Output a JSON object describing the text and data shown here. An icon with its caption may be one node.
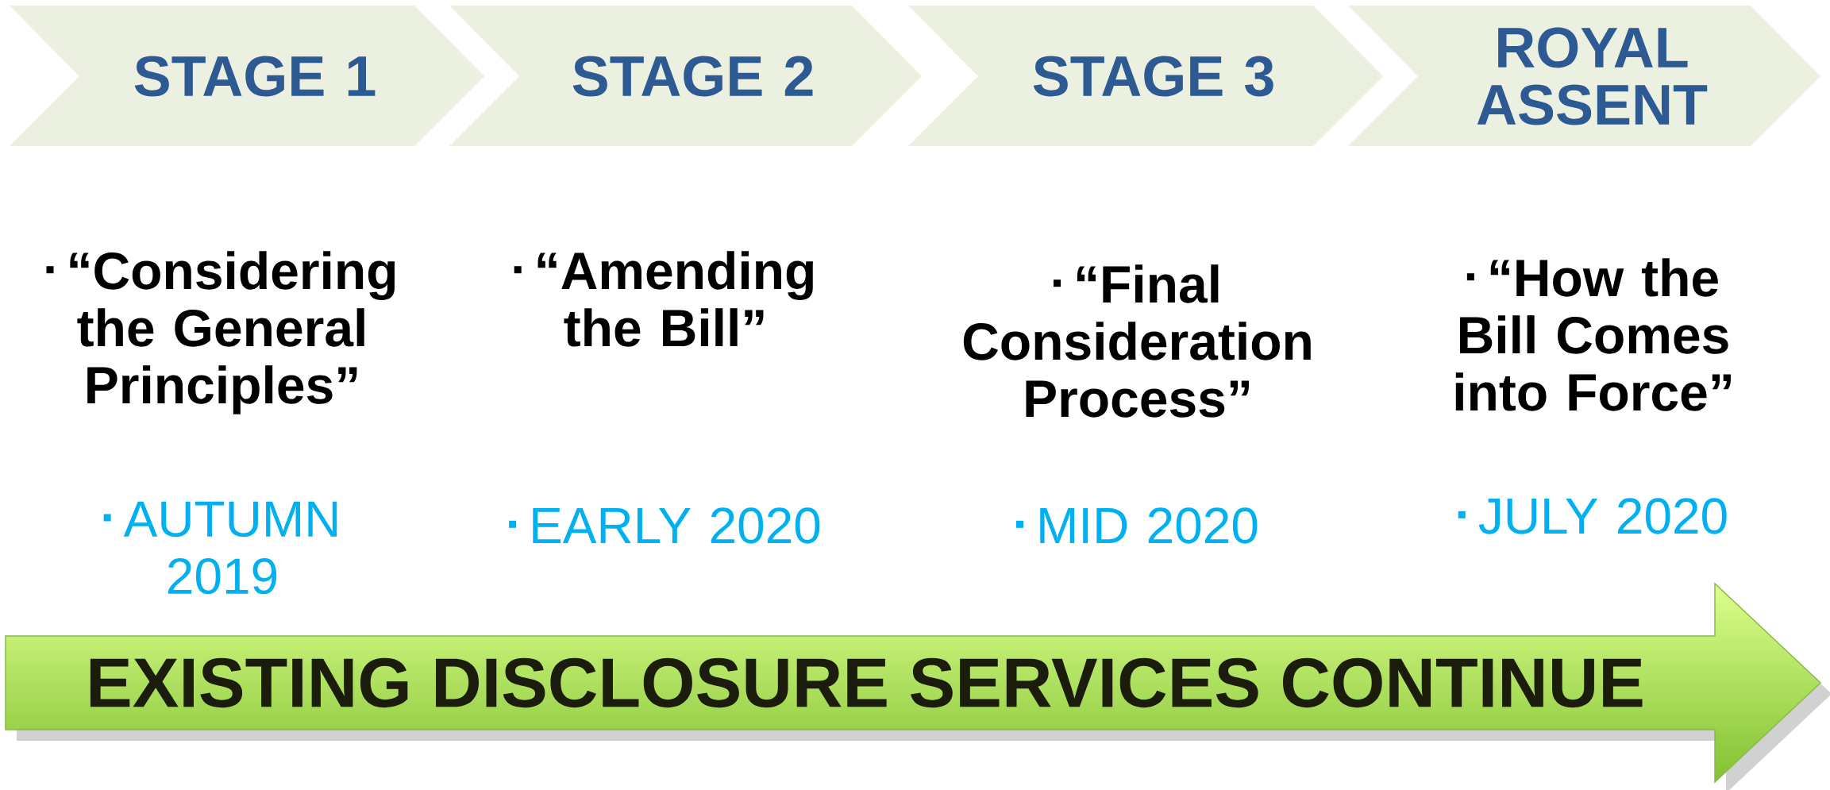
{
  "diagram": {
    "nodes": [
      {
        "text": [
          "STAGE 1"
        ]
      },
      {
        "text": [
          "STAGE 2"
        ]
      },
      {
        "text": [
          "STAGE 3"
        ]
      },
      {
        "text": [
          "ROYAL ASSENT"
        ]
      },
      {
        "text": [
          "EXISTING DISCLOSURE SERVICES CONTINUE"
        ]
      }
    ],
    "labels": [
      "“Considering the General Principles”",
      "“Amending the Bill”",
      "“Final Consideration Process”",
      "“How the Bill Comes into Force”",
      "AUTUMN 2019",
      "EARLY 2020",
      "MID 2020",
      "JULY 2020"
    ]
  }
}
